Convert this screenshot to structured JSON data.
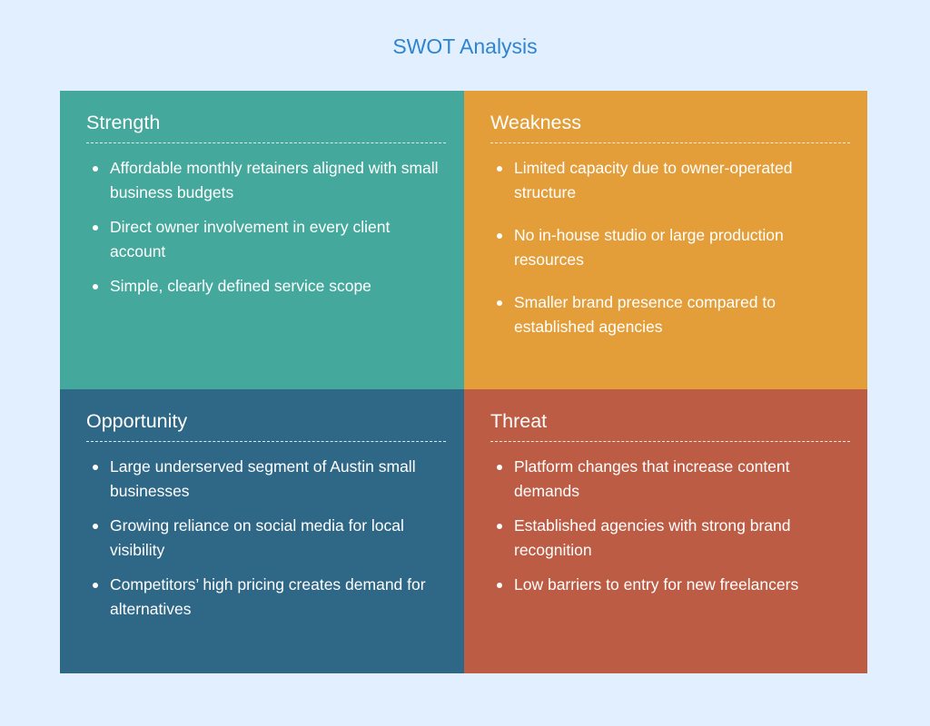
{
  "title": "SWOT Analysis",
  "colors": {
    "background": "#e2efff",
    "title": "#2f84d0",
    "strength": "#45a89c",
    "weakness": "#e39e3a",
    "opportunity": "#2f6787",
    "threat": "#bd5c45"
  },
  "quadrants": {
    "strength": {
      "heading": "Strength",
      "items": [
        "Affordable monthly retainers aligned with small business budgets",
        "Direct owner involvement in every client account",
        "Simple, clearly defined service scope"
      ]
    },
    "weakness": {
      "heading": "Weakness",
      "items": [
        "Limited capacity due to owner-operated structure",
        "No in-house studio or large production resources",
        "Smaller brand presence compared to established agencies"
      ]
    },
    "opportunity": {
      "heading": "Opportunity",
      "items": [
        "Large underserved segment of Austin small businesses",
        "Growing reliance on social media for local visibility",
        "Competitors’ high pricing creates demand for alternatives"
      ]
    },
    "threat": {
      "heading": "Threat",
      "items": [
        "Platform changes that increase content demands",
        "Established agencies with strong brand recognition",
        "Low barriers to entry for new freelancers"
      ]
    }
  }
}
